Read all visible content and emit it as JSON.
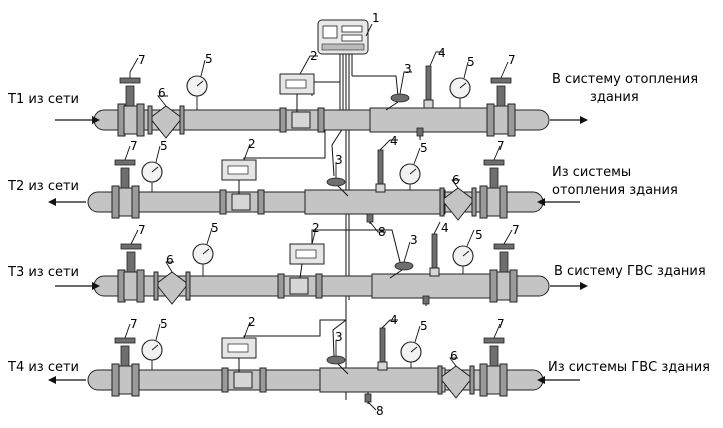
{
  "rows": [
    {
      "id": "t1",
      "label": "Т1 из сети",
      "dest_line1": "В систему отопления",
      "dest_line2": "здания"
    },
    {
      "id": "t2",
      "label": "Т2 из сети",
      "dest_line1": "Из системы",
      "dest_line2": "отопления здания"
    },
    {
      "id": "t3",
      "label": "Т3 из сети",
      "dest_line1": "В систему ГВС здания",
      "dest_line2": ""
    },
    {
      "id": "t4",
      "label": "Т4 из сети",
      "dest_line1": "Из системы ГВС здания",
      "dest_line2": ""
    }
  ],
  "callouts": {
    "c1": "1",
    "c2": "2",
    "c3": "3",
    "c4": "4",
    "c5": "5",
    "c6": "6",
    "c7": "7",
    "c8": "8"
  },
  "colors": {
    "pipe": "#c4c4c4",
    "flange": "#9a9a9a",
    "outline": "#222222"
  }
}
